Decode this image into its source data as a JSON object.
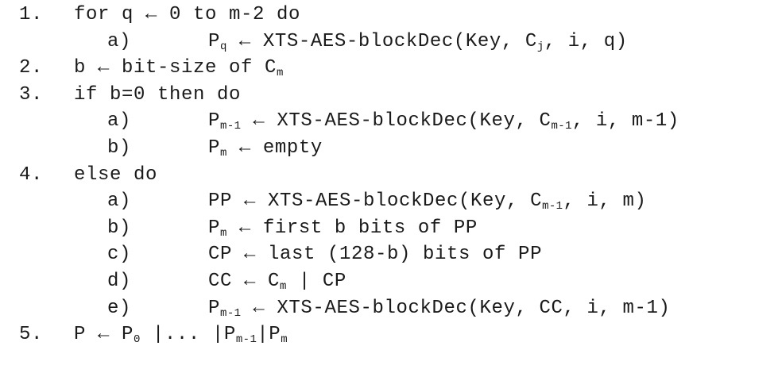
{
  "lines": [
    {
      "num": "1.",
      "text": "for q ← 0 to m-2 do"
    },
    {
      "label": "a)",
      "segs": [
        {
          "t": "P"
        },
        {
          "s": "q"
        },
        {
          "t": " ← XTS-AES-blockDec(Key, C"
        },
        {
          "s": "j"
        },
        {
          "t": ", i, q)"
        }
      ]
    },
    {
      "num": "2.",
      "segs": [
        {
          "t": "b ← bit-size of C"
        },
        {
          "s": "m"
        }
      ]
    },
    {
      "num": "3.",
      "text": "if b=0 then do"
    },
    {
      "label": "a)",
      "segs": [
        {
          "t": "P"
        },
        {
          "s": "m-1"
        },
        {
          "t": " ← XTS-AES-blockDec(Key, C"
        },
        {
          "s": "m-1"
        },
        {
          "t": ", i, m-1)"
        }
      ]
    },
    {
      "label": "b)",
      "segs": [
        {
          "t": "P"
        },
        {
          "s": "m"
        },
        {
          "t": " ← empty"
        }
      ]
    },
    {
      "num": "4.",
      "text": "else do"
    },
    {
      "label": "a)",
      "segs": [
        {
          "t": "PP ← XTS-AES-blockDec(Key, C"
        },
        {
          "s": "m-1"
        },
        {
          "t": ", i, m)"
        }
      ]
    },
    {
      "label": "b)",
      "segs": [
        {
          "t": "P"
        },
        {
          "s": "m"
        },
        {
          "t": " ← first b bits of PP"
        }
      ]
    },
    {
      "label": "c)",
      "segs": [
        {
          "t": "CP ← last (128-b) bits of PP"
        }
      ]
    },
    {
      "label": "d)",
      "segs": [
        {
          "t": "CC ← C"
        },
        {
          "s": "m"
        },
        {
          "t": " | CP"
        }
      ]
    },
    {
      "label": "e)",
      "segs": [
        {
          "t": "P"
        },
        {
          "s": "m-1"
        },
        {
          "t": " ← XTS-AES-blockDec(Key, CC, i, m-1)"
        }
      ]
    },
    {
      "num": "5.",
      "segs": [
        {
          "t": "P ← P"
        },
        {
          "s": "0"
        },
        {
          "t": " |... |P"
        },
        {
          "s": "m-1"
        },
        {
          "t": "|P"
        },
        {
          "s": "m"
        }
      ]
    }
  ]
}
